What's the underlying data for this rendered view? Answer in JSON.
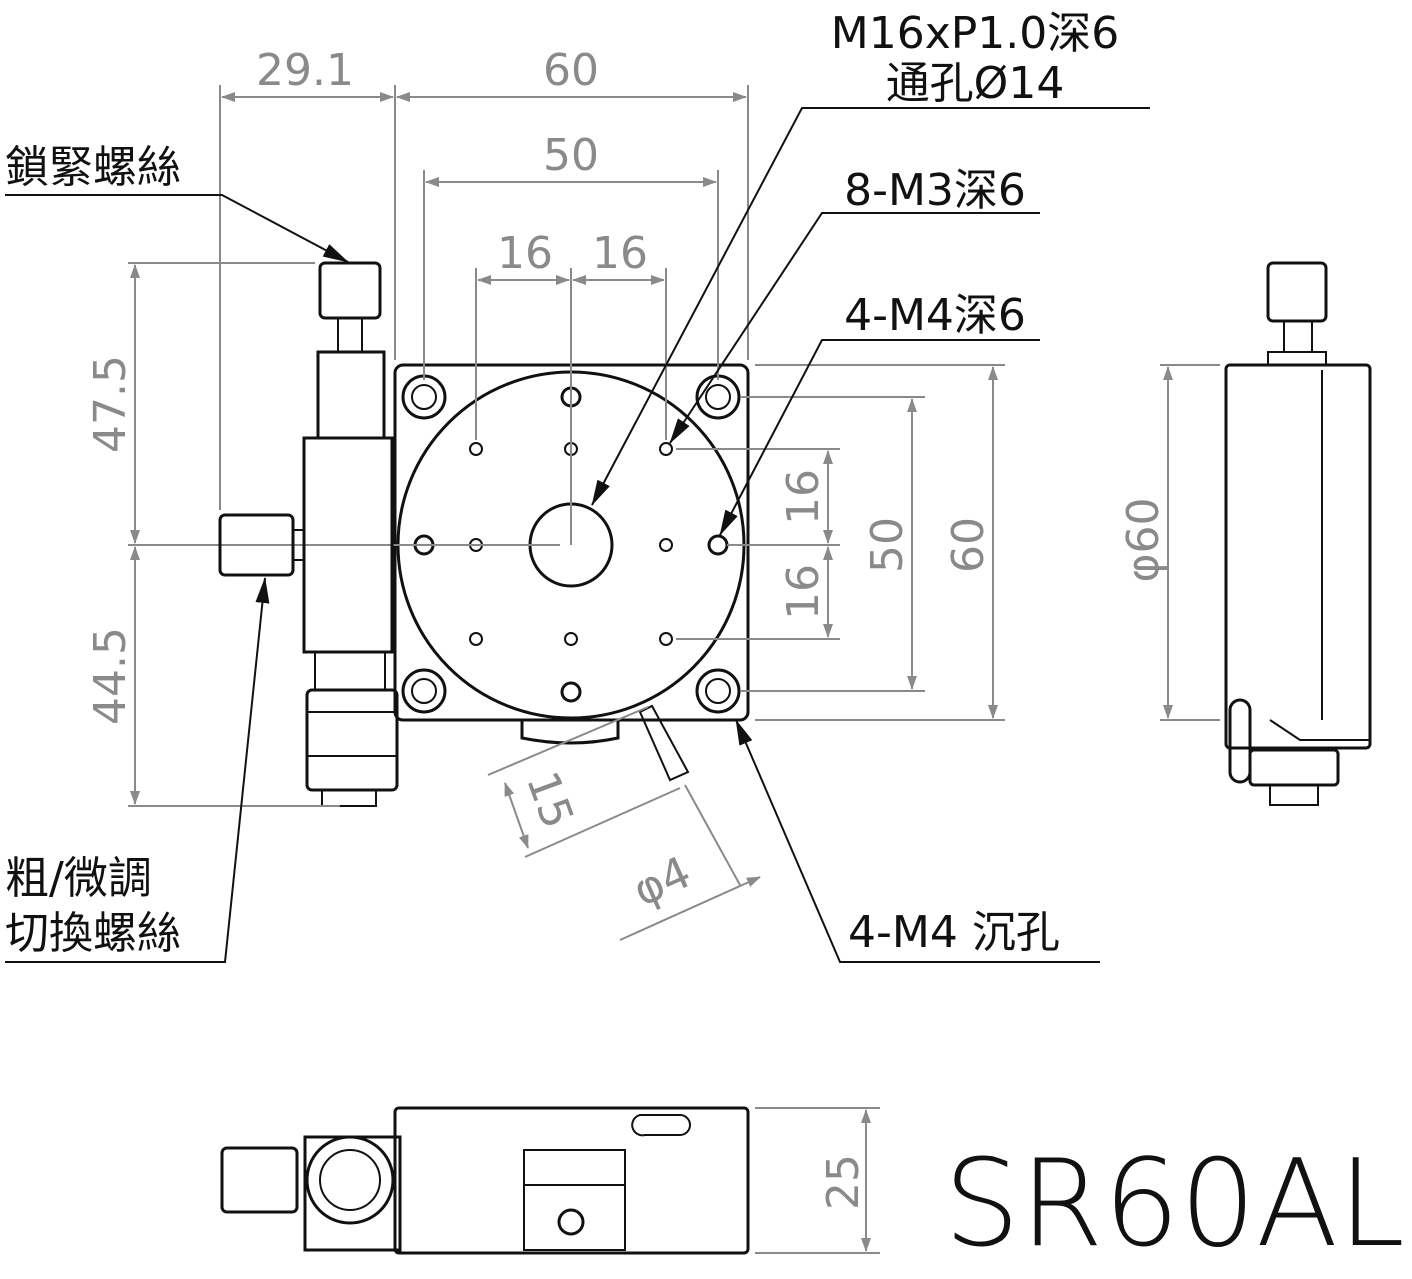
{
  "dimensions": {
    "lock_offset": "29.1",
    "width_60": "60",
    "hole_pitch_50": "50",
    "pitch_16_a": "16",
    "pitch_16_b": "16",
    "height_47_5": "47.5",
    "height_44_5": "44.5",
    "v_pitch_16_a": "16",
    "v_pitch_16_b": "16",
    "v_50": "50",
    "v_60": "60",
    "diameter_60": "φ60",
    "angle_15": "15",
    "diameter_4": "φ4",
    "height_25": "25"
  },
  "callouts": {
    "lock_screw": "鎖緊螺絲",
    "center_thread_line1": "M16xP1.0深6",
    "center_thread_line2": "通孔Ø14",
    "m3_holes": "8-M3深6",
    "m4_holes": "4-M4深6",
    "switch_screw_line1": "粗/微調",
    "switch_screw_line2": "切換螺絲",
    "m4_counterbore": "4-M4 沉孔"
  },
  "model": "SR60AL"
}
